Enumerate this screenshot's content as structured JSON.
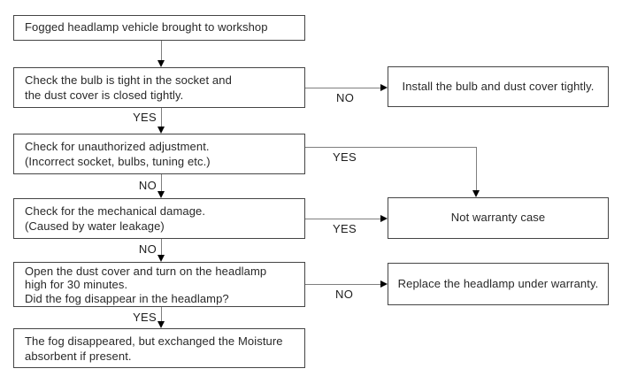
{
  "colors": {
    "background": "#ffffff",
    "box_border": "#454545",
    "connector_line": "#7f7f7f",
    "arrowhead": "#000000",
    "text": "#282828"
  },
  "nodes": {
    "start": {
      "text": "Fogged headlamp vehicle brought to workshop"
    },
    "check_bulb": {
      "text": "Check the bulb is tight in the socket and\nthe dust cover is closed tightly."
    },
    "check_adjustment": {
      "text": "Check for unauthorized adjustment.\n(Incorrect socket, bulbs, tuning etc.)"
    },
    "check_mechanical": {
      "text": "Check for the mechanical damage.\n(Caused by water leakage)"
    },
    "fog_test": {
      "text": "Open the dust cover and turn on the headlamp\nhigh for 30 minutes.\nDid the fog disappear in the headlamp?"
    },
    "fog_disappeared": {
      "text": "The fog disappeared, but exchanged the Moisture\nabsorbent if present."
    },
    "install_bulb": {
      "text": "Install the bulb and dust cover tightly."
    },
    "not_warranty": {
      "text": "Not warranty case"
    },
    "replace_headlamp": {
      "text": "Replace the headlamp under warranty."
    }
  },
  "edge_labels": {
    "bulb_no": "NO",
    "bulb_yes": "YES",
    "adjustment_yes": "YES",
    "adjustment_no": "NO",
    "mechanical_yes": "YES",
    "mechanical_no": "NO",
    "fog_yes": "YES",
    "fog_no": "NO"
  }
}
